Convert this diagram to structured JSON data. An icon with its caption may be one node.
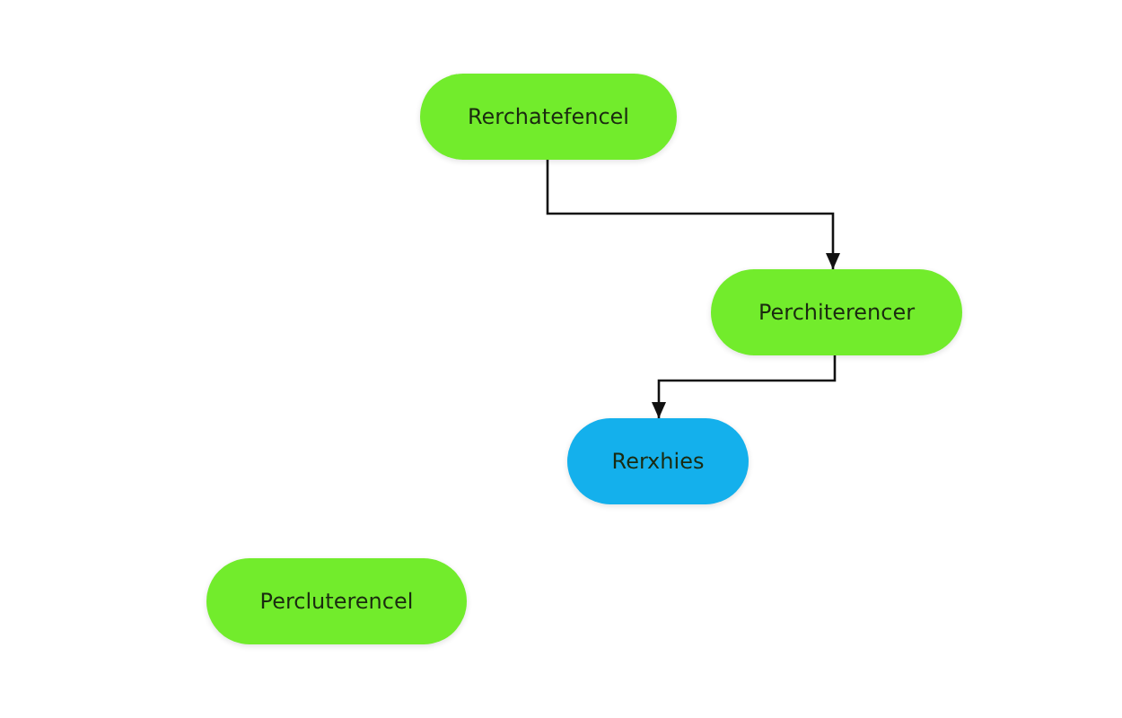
{
  "diagram": {
    "nodes": [
      {
        "text": [
          "Rerchatefencel"
        ]
      },
      {
        "text": [
          "Perchiterencer"
        ]
      },
      {
        "text": [
          "Rerxhies"
        ]
      },
      {
        "text": [
          "Percluterencel"
        ]
      }
    ],
    "edges": [
      {
        "from": 0,
        "to": 1,
        "arrow": "to"
      },
      {
        "from": 1,
        "to": 2,
        "arrow": "to"
      }
    ]
  }
}
